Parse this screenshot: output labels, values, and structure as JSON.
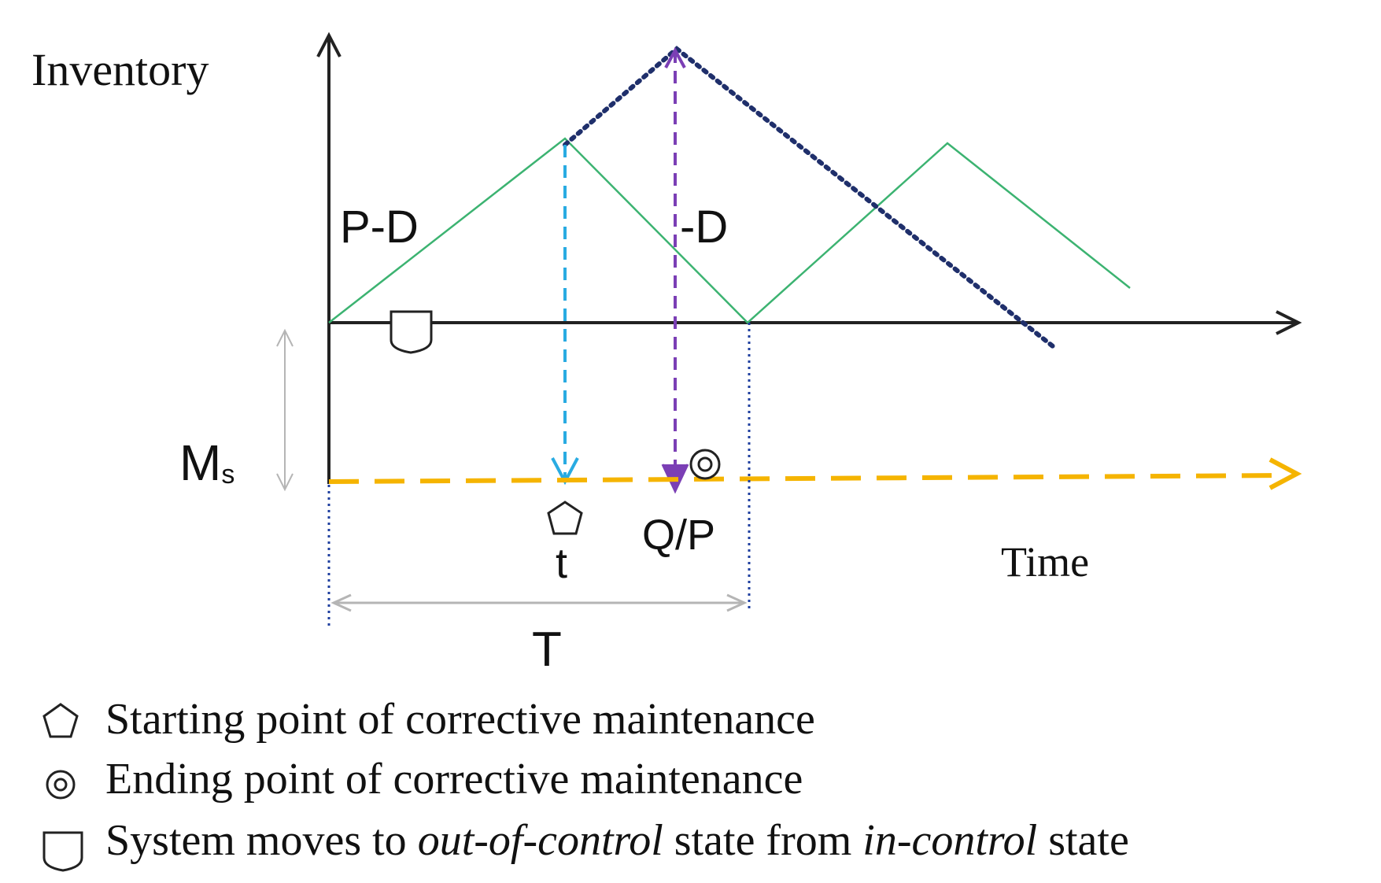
{
  "axes": {
    "y_label": "Inventory",
    "x_label": "Time"
  },
  "labels": {
    "production_slope": "P-D",
    "demand_slope": "-D",
    "ms_main": "M",
    "ms_sub": "s",
    "t_label": "t",
    "qp_label": "Q/P",
    "T_label": "T"
  },
  "legend": {
    "items": [
      {
        "icon": "pentagon-icon",
        "parts": [
          "Starting point of corrective maintenance"
        ]
      },
      {
        "icon": "double-circle-icon",
        "parts": [
          "Ending point of corrective maintenance"
        ]
      },
      {
        "icon": "shield-icon",
        "parts": [
          "System moves to ",
          "out-of-control",
          " state from ",
          "in-control",
          " state"
        ]
      }
    ]
  },
  "colors": {
    "axis": "#222222",
    "green_line": "#3cb371",
    "navy_dots": "#1f2f6b",
    "cyan_arrow": "#29abe2",
    "purple_arrow": "#7b3fb5",
    "orange_dash": "#f5b400",
    "gray_arrow": "#b5b5b5",
    "blue_guides": "#1f3f9f"
  }
}
